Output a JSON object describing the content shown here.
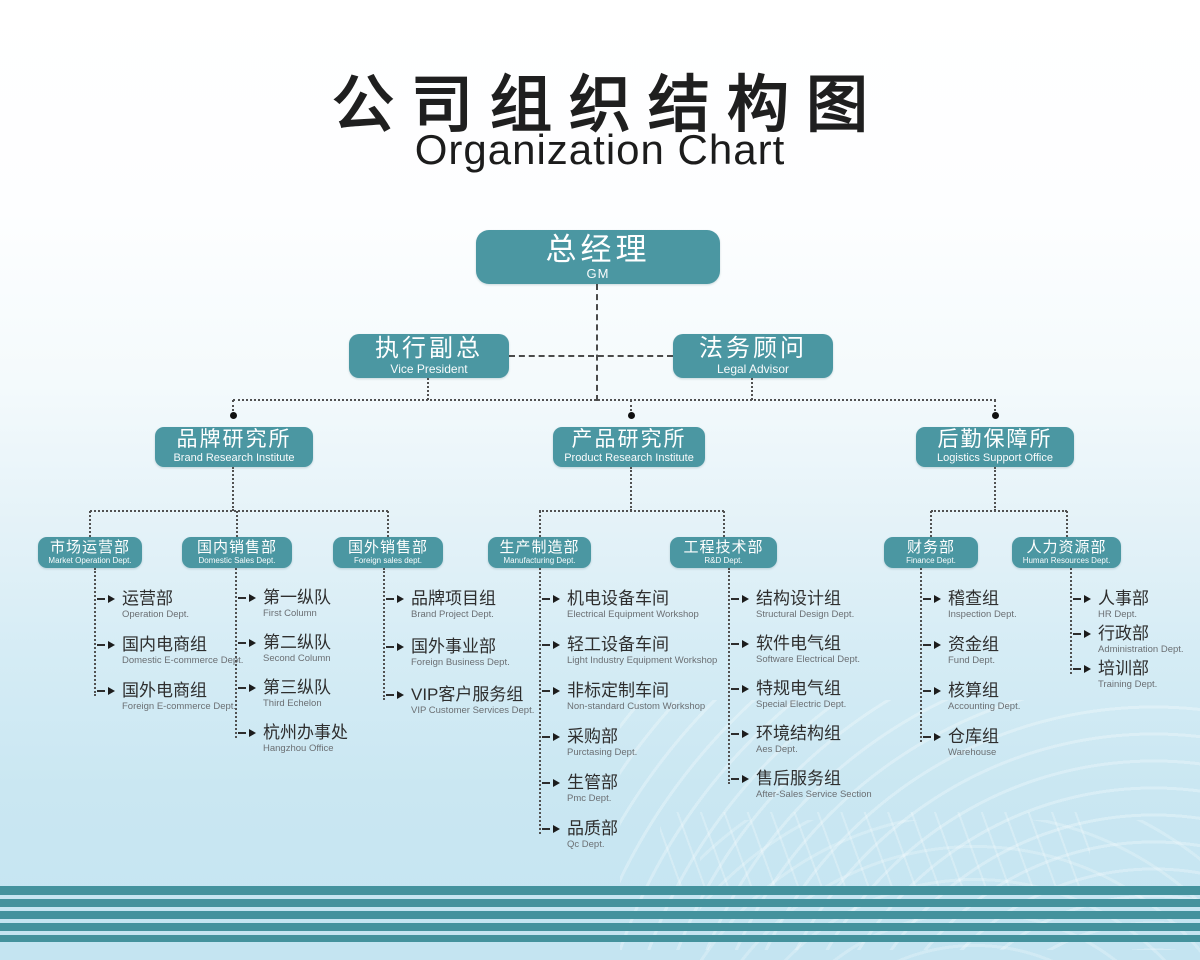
{
  "title": {
    "zh": "公司组织结构图",
    "en": "Organization Chart"
  },
  "colors": {
    "box_teal": "#4b97a2",
    "stripe_teal": "#44929d",
    "background_blue": "#c4e4f1"
  },
  "root": {
    "zh": "总经理",
    "en": "GM"
  },
  "level2": [
    {
      "zh": "执行副总",
      "en": "Vice President"
    },
    {
      "zh": "法务顾问",
      "en": "Legal Advisor"
    }
  ],
  "institutes": [
    {
      "zh": "品牌研究所",
      "en": "Brand Research Institute",
      "departments": [
        {
          "zh": "市场运营部",
          "en": "Market Operation Dept.",
          "teams": [
            {
              "zh": "运营部",
              "en": "Operation Dept."
            },
            {
              "zh": "国内电商组",
              "en": "Domestic E-commerce Dept."
            },
            {
              "zh": "国外电商组",
              "en": "Foreign E-commerce Dept."
            }
          ]
        },
        {
          "zh": "国内销售部",
          "en": "Domestic Sales Dept.",
          "teams": [
            {
              "zh": "第一纵队",
              "en": "First Column"
            },
            {
              "zh": "第二纵队",
              "en": "Second Column"
            },
            {
              "zh": "第三纵队",
              "en": "Third Echelon"
            },
            {
              "zh": "杭州办事处",
              "en": "Hangzhou Office"
            }
          ]
        },
        {
          "zh": "国外销售部",
          "en": "Foreign sales dept.",
          "teams": [
            {
              "zh": "品牌项目组",
              "en": "Brand Project Dept."
            },
            {
              "zh": "国外事业部",
              "en": "Foreign Business Dept."
            },
            {
              "zh": "VIP客户服务组",
              "en": "VIP Customer Services Dept."
            }
          ]
        }
      ]
    },
    {
      "zh": "产品研究所",
      "en": "Product Research Institute",
      "departments": [
        {
          "zh": "生产制造部",
          "en": "Manufacturing Dept.",
          "teams": [
            {
              "zh": "机电设备车间",
              "en": "Electrical Equipment Workshop"
            },
            {
              "zh": "轻工设备车间",
              "en": "Light Industry Equipment Workshop"
            },
            {
              "zh": "非标定制车间",
              "en": "Non-standard Custom Workshop"
            },
            {
              "zh": "采购部",
              "en": "Purctasing Dept."
            },
            {
              "zh": "生管部",
              "en": "Pmc Dept."
            },
            {
              "zh": "品质部",
              "en": "Qc Dept."
            }
          ]
        },
        {
          "zh": "工程技术部",
          "en": "R&D Dept.",
          "teams": [
            {
              "zh": "结构设计组",
              "en": "Structural Design Dept."
            },
            {
              "zh": "软件电气组",
              "en": "Software Electrical Dept."
            },
            {
              "zh": "特规电气组",
              "en": "Special Electric Dept."
            },
            {
              "zh": "环境结构组",
              "en": "Aes Dept."
            },
            {
              "zh": "售后服务组",
              "en": "After-Sales Service Section"
            }
          ]
        }
      ]
    },
    {
      "zh": "后勤保障所",
      "en": "Logistics Support Office",
      "departments": [
        {
          "zh": "财务部",
          "en": "Finance Dept.",
          "teams": [
            {
              "zh": "稽查组",
              "en": "Inspection Dept."
            },
            {
              "zh": "资金组",
              "en": "Fund Dept."
            },
            {
              "zh": "核算组",
              "en": "Accounting Dept."
            },
            {
              "zh": "仓库组",
              "en": "Warehouse"
            }
          ]
        },
        {
          "zh": "人力资源部",
          "en": "Human Resources Dept.",
          "teams": [
            {
              "zh": "人事部",
              "en": "HR Dept."
            },
            {
              "zh": "行政部",
              "en": "Administration Dept."
            },
            {
              "zh": "培训部",
              "en": "Training Dept."
            }
          ]
        }
      ]
    }
  ]
}
